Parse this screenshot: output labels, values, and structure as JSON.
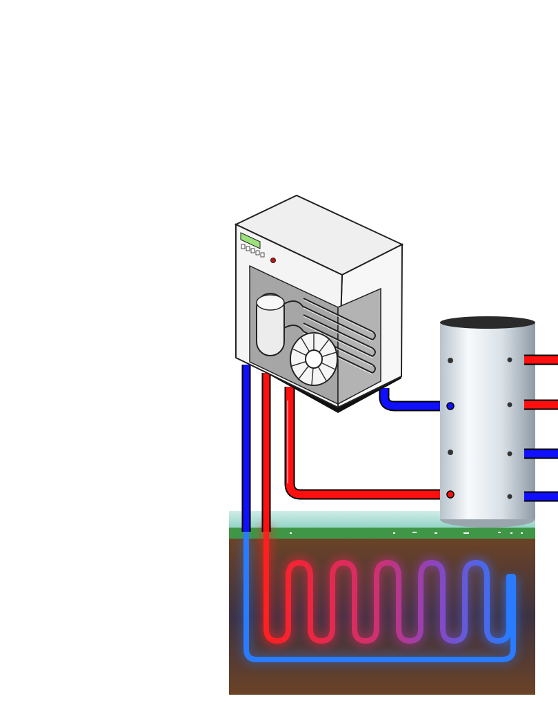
{
  "diagram": {
    "type": "ground-source heat pump system illustration",
    "components": [
      {
        "id": "heat-pump-unit",
        "icon": "heat-pump-icon"
      },
      {
        "id": "storage-tank",
        "icon": "storage-tank-icon"
      },
      {
        "id": "ground-loop",
        "icon": "ground-loop-icon"
      }
    ],
    "colors": {
      "hot_pipe": "#ff0000",
      "cold_pipe": "#1010ff",
      "ground_loop_warm": "#ff2222",
      "ground_loop_cool": "#2277ff",
      "soil": "#5a3a22",
      "grass": "#3a8f3a",
      "sky": "#a8e0d8",
      "unit_body": "#f2f2f2",
      "unit_panel": "#a0a0a0",
      "tank_body": "#e6ecf0"
    }
  }
}
